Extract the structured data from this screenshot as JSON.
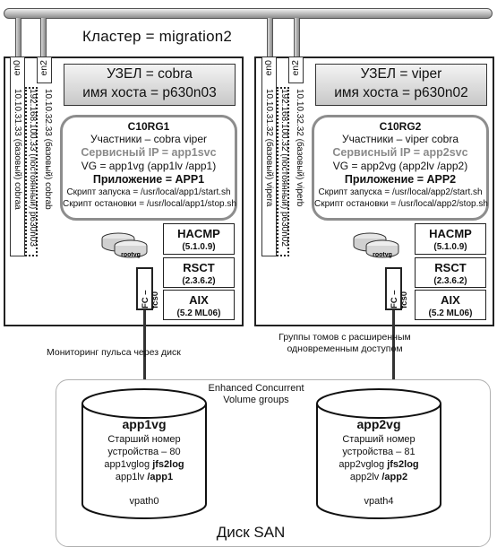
{
  "cluster_title": "Кластер = migration2",
  "nodes": [
    {
      "nic_left": "en0",
      "nic_right": "en2",
      "addr_a": "10.10.32.33 (базовый) cobrab",
      "addr_b": "192.168.100.33 (постоянный) p630n03",
      "addr_c": "10.10.31.33 (базовый) cobraa",
      "host_line1": "УЗЕЛ = cobra",
      "host_line2": "имя хоста = p630n03",
      "rg": {
        "title": "C10RG1",
        "members": "Участники – cobra viper",
        "service_ip": "Сервисный IP = app1svc",
        "vg": "VG = app1vg (app1lv /app1)",
        "app": "Приложение = APP1",
        "start": "Скрипт запуска = /usr/local/app1/start.sh",
        "stop": "Скрипт остановки = /usr/local/app1/stop.sh"
      },
      "rootvg": "rootvg",
      "fc": "FC – fcs0",
      "stack": [
        {
          "name": "HACMP",
          "version": "(5.1.0.9)"
        },
        {
          "name": "RSCT",
          "version": "(2.3.6.2)"
        },
        {
          "name": "AIX",
          "version": "(5.2 ML06)"
        }
      ]
    },
    {
      "nic_left": "en0",
      "nic_right": "en2",
      "addr_a": "10.10.32.32 (базовый) viperb",
      "addr_b": "192.168.100.32 (постоянный) p630n02",
      "addr_c": "10.10.31.32 (базовый) vipera",
      "host_line1": "УЗЕЛ = viper",
      "host_line2": "имя хоста = p630n02",
      "rg": {
        "title": "C10RG2",
        "members": "Участники – viper cobra",
        "service_ip": "Сервисный IP = app2svc",
        "vg": "VG = app2vg (app2lv /app2)",
        "app": "Приложение = APP2",
        "start": "Скрипт запуска = /usr/local/app2/start.sh",
        "stop": "Скрипт остановки = /usr/local/app2/stop.sh"
      },
      "rootvg": "rootvg",
      "fc": "FC – fcs0",
      "stack": [
        {
          "name": "HACMP",
          "version": "(5.1.0.9)"
        },
        {
          "name": "RSCT",
          "version": "(2.3.6.2)"
        },
        {
          "name": "AIX",
          "version": "(5.2 ML06)"
        }
      ]
    }
  ],
  "heartbeat_note": "Мониторинг пульса через диск",
  "ecvg_note_line1": "Группы томов с расширенным",
  "ecvg_note_line2": "одновременным доступом",
  "san": {
    "title_line1": "Enhanced Concurrent",
    "title_line2": "Volume groups",
    "label": "Диск SAN",
    "volumes": [
      {
        "name": "app1vg",
        "line1": "Старший номер",
        "line2": "устройства – 80",
        "log_lv": "app1vglog",
        "log_type": "jfs2log",
        "data_lv": "app1lv",
        "mount": "/app1",
        "vpath": "vpath0"
      },
      {
        "name": "app2vg",
        "line1": "Старший номер",
        "line2": "устройства – 81",
        "log_lv": "app2vglog",
        "log_type": "jfs2log",
        "data_lv": "app2lv",
        "mount": "/app2",
        "vpath": "vpath4"
      }
    ]
  }
}
